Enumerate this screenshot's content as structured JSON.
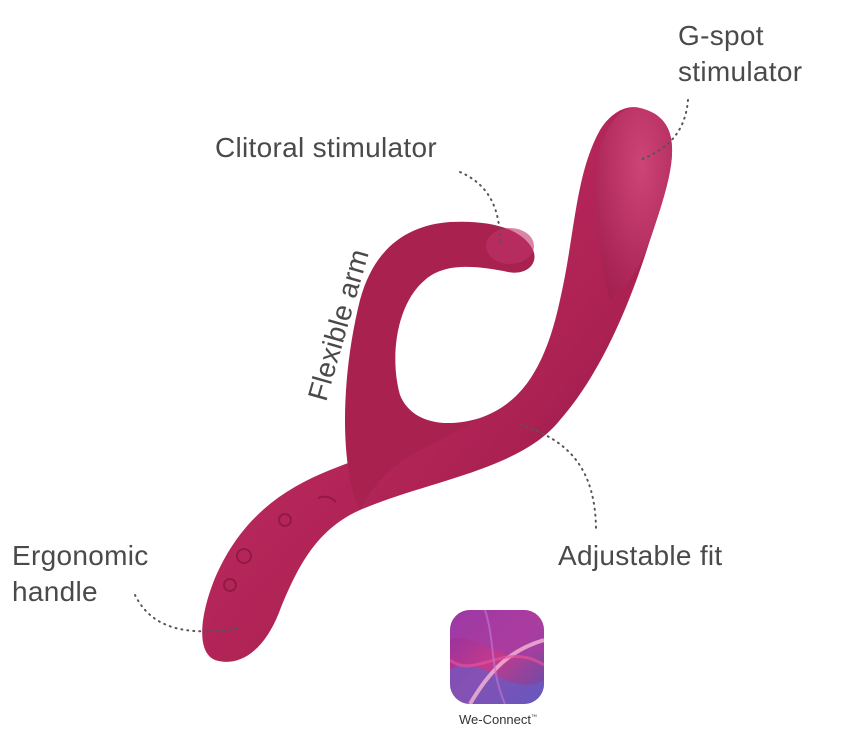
{
  "labels": {
    "gspot_line1": "G-spot",
    "gspot_line2": "stimulator",
    "clitoral": "Clitoral stimulator",
    "flexible_arm": "Flexible arm",
    "adjustable_fit": "Adjustable fit",
    "handle_line1": "Ergonomic",
    "handle_line2": "handle"
  },
  "app": {
    "name": "We-Connect",
    "trademark": "™",
    "icon": "we-connect-app-icon"
  },
  "colors": {
    "product": "#b02355",
    "product_shade": "#8e1843",
    "text": "#4a4a4a"
  }
}
